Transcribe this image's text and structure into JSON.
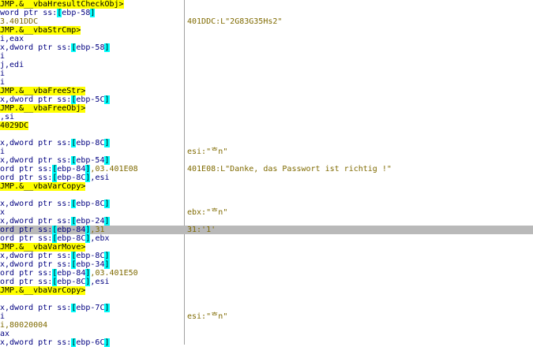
{
  "rows": [
    {
      "asm": [
        {
          "t": "JMP.&__vbaHresultCheckObj>",
          "c": "jmp"
        }
      ],
      "cmt": ""
    },
    {
      "asm": [
        {
          "t": "word ptr ",
          "c": "kw"
        },
        {
          "t": "ss:",
          "c": "ss"
        },
        {
          "t": "[",
          "c": "br"
        },
        {
          "t": "ebp-58",
          "c": "off"
        },
        {
          "t": "]",
          "c": "br"
        }
      ],
      "cmt": ""
    },
    {
      "asm": [
        {
          "t": "3.401DDC",
          "c": "num"
        }
      ],
      "cmt": "401DDC:L\"2G83G35Hs2\""
    },
    {
      "asm": [
        {
          "t": "JMP.&__vbaStrCmp>",
          "c": "jmp"
        }
      ],
      "cmt": ""
    },
    {
      "asm": [
        {
          "t": "i,eax",
          "c": "plain"
        }
      ],
      "cmt": ""
    },
    {
      "asm": [
        {
          "t": "x,dword ptr ",
          "c": "plain"
        },
        {
          "t": "ss:",
          "c": "ss"
        },
        {
          "t": "[",
          "c": "br"
        },
        {
          "t": "ebp-58",
          "c": "off"
        },
        {
          "t": "]",
          "c": "br"
        }
      ],
      "cmt": ""
    },
    {
      "asm": [
        {
          "t": "i",
          "c": "plain"
        }
      ],
      "cmt": ""
    },
    {
      "asm": [
        {
          "t": "j,edi",
          "c": "plain"
        }
      ],
      "cmt": ""
    },
    {
      "asm": [
        {
          "t": "i",
          "c": "plain"
        }
      ],
      "cmt": ""
    },
    {
      "asm": [
        {
          "t": "i",
          "c": "plain"
        }
      ],
      "cmt": ""
    },
    {
      "asm": [
        {
          "t": "JMP.&__vbaFreeStr>",
          "c": "jmp"
        }
      ],
      "cmt": ""
    },
    {
      "asm": [
        {
          "t": "x,dword ptr ",
          "c": "plain"
        },
        {
          "t": "ss:",
          "c": "ss"
        },
        {
          "t": "[",
          "c": "br"
        },
        {
          "t": "ebp-5C",
          "c": "off"
        },
        {
          "t": "]",
          "c": "br"
        }
      ],
      "cmt": ""
    },
    {
      "asm": [
        {
          "t": "JMP.&__vbaFreeObj>",
          "c": "jmp"
        }
      ],
      "cmt": ""
    },
    {
      "asm": [
        {
          "t": ",si",
          "c": "plain"
        }
      ],
      "cmt": ""
    },
    {
      "asm": [
        {
          "t": "4029DC",
          "c": "jmp"
        }
      ],
      "cmt": ""
    },
    {
      "asm": [],
      "cmt": ""
    },
    {
      "asm": [
        {
          "t": "x,dword ptr ",
          "c": "plain"
        },
        {
          "t": "ss:",
          "c": "ss"
        },
        {
          "t": "[",
          "c": "br"
        },
        {
          "t": "ebp-8C",
          "c": "off"
        },
        {
          "t": "]",
          "c": "br"
        }
      ],
      "cmt": ""
    },
    {
      "asm": [
        {
          "t": "i",
          "c": "plain"
        }
      ],
      "cmt": "esi:\"ᄒn\""
    },
    {
      "asm": [
        {
          "t": "x,dword ptr ",
          "c": "plain"
        },
        {
          "t": "ss:",
          "c": "ss"
        },
        {
          "t": "[",
          "c": "br"
        },
        {
          "t": "ebp-54",
          "c": "off"
        },
        {
          "t": "]",
          "c": "br"
        }
      ],
      "cmt": ""
    },
    {
      "asm": [
        {
          "t": "ord ptr ",
          "c": "plain"
        },
        {
          "t": "ss:",
          "c": "ss"
        },
        {
          "t": "[",
          "c": "br"
        },
        {
          "t": "ebp-84",
          "c": "off"
        },
        {
          "t": "]",
          "c": "br"
        },
        {
          "t": ",03.401E08",
          "c": "num"
        }
      ],
      "cmt": "401E08:L\"Danke, das Passwort ist richtig !\""
    },
    {
      "asm": [
        {
          "t": "ord ptr ",
          "c": "plain"
        },
        {
          "t": "ss:",
          "c": "ss"
        },
        {
          "t": "[",
          "c": "br"
        },
        {
          "t": "ebp-8C",
          "c": "off"
        },
        {
          "t": "]",
          "c": "br"
        },
        {
          "t": ",esi",
          "c": "plain"
        }
      ],
      "cmt": ""
    },
    {
      "asm": [
        {
          "t": "JMP.&__vbaVarCopy>",
          "c": "jmp"
        }
      ],
      "cmt": ""
    },
    {
      "asm": [],
      "cmt": ""
    },
    {
      "asm": [
        {
          "t": "x,dword ptr ",
          "c": "plain"
        },
        {
          "t": "ss:",
          "c": "ss"
        },
        {
          "t": "[",
          "c": "br"
        },
        {
          "t": "ebp-8C",
          "c": "off"
        },
        {
          "t": "]",
          "c": "br"
        }
      ],
      "cmt": ""
    },
    {
      "asm": [
        {
          "t": "x",
          "c": "plain"
        }
      ],
      "cmt": "ebx:\"ᄒn\""
    },
    {
      "asm": [
        {
          "t": "x,dword ptr ",
          "c": "plain"
        },
        {
          "t": "ss:",
          "c": "ss"
        },
        {
          "t": "[",
          "c": "br"
        },
        {
          "t": "ebp-24",
          "c": "off"
        },
        {
          "t": "]",
          "c": "br"
        }
      ],
      "cmt": ""
    },
    {
      "asm": [
        {
          "t": "ord ptr ",
          "c": "plain"
        },
        {
          "t": "ss:",
          "c": "ss"
        },
        {
          "t": "[",
          "c": "br"
        },
        {
          "t": "ebp-84",
          "c": "off"
        },
        {
          "t": "]",
          "c": "br"
        },
        {
          "t": ",31",
          "c": "num"
        }
      ],
      "cmt": "31:'1'",
      "sel": true
    },
    {
      "asm": [
        {
          "t": "ord ptr ",
          "c": "plain"
        },
        {
          "t": "ss:",
          "c": "ss"
        },
        {
          "t": "[",
          "c": "br"
        },
        {
          "t": "ebp-8C",
          "c": "off"
        },
        {
          "t": "]",
          "c": "br"
        },
        {
          "t": ",ebx",
          "c": "plain"
        }
      ],
      "cmt": ""
    },
    {
      "asm": [
        {
          "t": "JMP.&__vbaVarMove>",
          "c": "jmp"
        }
      ],
      "cmt": ""
    },
    {
      "asm": [
        {
          "t": "x,dword ptr ",
          "c": "plain"
        },
        {
          "t": "ss:",
          "c": "ss"
        },
        {
          "t": "[",
          "c": "br"
        },
        {
          "t": "ebp-8C",
          "c": "off"
        },
        {
          "t": "]",
          "c": "br"
        }
      ],
      "cmt": ""
    },
    {
      "asm": [
        {
          "t": "x,dword ptr ",
          "c": "plain"
        },
        {
          "t": "ss:",
          "c": "ss"
        },
        {
          "t": "[",
          "c": "br"
        },
        {
          "t": "ebp-34",
          "c": "off"
        },
        {
          "t": "]",
          "c": "br"
        }
      ],
      "cmt": ""
    },
    {
      "asm": [
        {
          "t": "ord ptr ",
          "c": "plain"
        },
        {
          "t": "ss:",
          "c": "ss"
        },
        {
          "t": "[",
          "c": "br"
        },
        {
          "t": "ebp-84",
          "c": "off"
        },
        {
          "t": "]",
          "c": "br"
        },
        {
          "t": ",03.401E50",
          "c": "num"
        }
      ],
      "cmt": ""
    },
    {
      "asm": [
        {
          "t": "ord ptr ",
          "c": "plain"
        },
        {
          "t": "ss:",
          "c": "ss"
        },
        {
          "t": "[",
          "c": "br"
        },
        {
          "t": "ebp-8C",
          "c": "off"
        },
        {
          "t": "]",
          "c": "br"
        },
        {
          "t": ",esi",
          "c": "plain"
        }
      ],
      "cmt": ""
    },
    {
      "asm": [
        {
          "t": "JMP.&__vbaVarCopy>",
          "c": "jmp"
        }
      ],
      "cmt": ""
    },
    {
      "asm": [],
      "cmt": ""
    },
    {
      "asm": [
        {
          "t": "x,dword ptr ",
          "c": "plain"
        },
        {
          "t": "ss:",
          "c": "ss"
        },
        {
          "t": "[",
          "c": "br"
        },
        {
          "t": "ebp-7C",
          "c": "off"
        },
        {
          "t": "]",
          "c": "br"
        }
      ],
      "cmt": ""
    },
    {
      "asm": [
        {
          "t": "i",
          "c": "plain"
        }
      ],
      "cmt": "esi:\"ᄒn\""
    },
    {
      "asm": [
        {
          "t": "i,80020004",
          "c": "num"
        }
      ],
      "cmt": ""
    },
    {
      "asm": [
        {
          "t": "ax",
          "c": "plain"
        }
      ],
      "cmt": ""
    },
    {
      "asm": [
        {
          "t": "x,dword ptr ",
          "c": "plain"
        },
        {
          "t": "ss:",
          "c": "ss"
        },
        {
          "t": "[",
          "c": "br"
        },
        {
          "t": "ebp-6C",
          "c": "off"
        },
        {
          "t": "]",
          "c": "br"
        }
      ],
      "cmt": ""
    }
  ]
}
